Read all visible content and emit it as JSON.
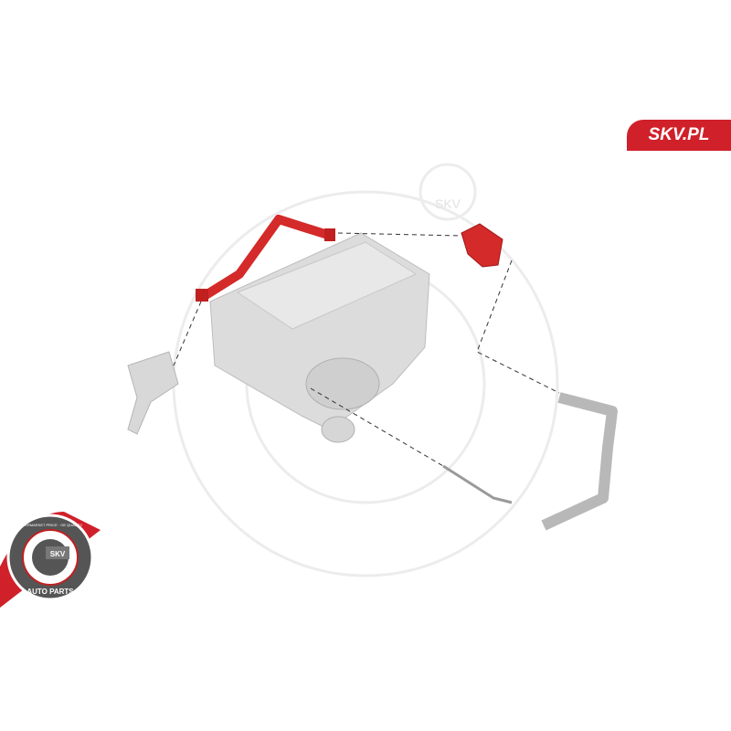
{
  "brand": {
    "site": "SKV.PL",
    "accent": "#d0202a"
  },
  "badge": {
    "top_text": "AFTERMARKET PRICE · OE QUALITY",
    "center_text": "SKV",
    "bottom_text": "AUTO PARTS"
  },
  "watermark": {
    "text": "SKV"
  }
}
